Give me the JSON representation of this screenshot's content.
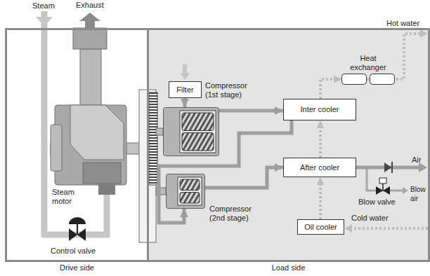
{
  "diagram": {
    "nodes": [
      {
        "text": [
          "Drive side"
        ]
      },
      {
        "text": [
          "Load side"
        ]
      },
      {
        "text": [
          "Heat exchanger"
        ],
        "in": 1
      },
      {
        "text": [
          "Filter"
        ],
        "in": 1
      },
      {
        "text": [
          "Compressor (1st stage)"
        ],
        "in": 1
      },
      {
        "text": [
          "Inter cooler"
        ],
        "in": 1
      },
      {
        "text": [
          "After cooler"
        ],
        "in": 1
      },
      {
        "text": [
          "Compressor (2nd stage)"
        ],
        "in": 1
      },
      {
        "text": [
          "Oil cooler"
        ],
        "in": 1
      }
    ],
    "edges": [
      {
        "from": 3,
        "to": 4,
        "arrow": "to"
      },
      {
        "from": 4,
        "to": 5,
        "arrow": "to"
      },
      {
        "from": 5,
        "to": 7,
        "arrow": "to"
      },
      {
        "from": 7,
        "to": 6,
        "arrow": "to"
      },
      {
        "from": 8,
        "to": 6,
        "arrow": "to"
      },
      {
        "from": 6,
        "to": 5,
        "arrow": "to"
      },
      {
        "from": 5,
        "to": 2,
        "arrow": "to"
      }
    ],
    "labels": [
      "Steam",
      "Exhaust",
      "Steam motor",
      "Control valve",
      "Hot water",
      "Air",
      "Blow valve",
      "Blow air",
      "Cold water"
    ]
  }
}
